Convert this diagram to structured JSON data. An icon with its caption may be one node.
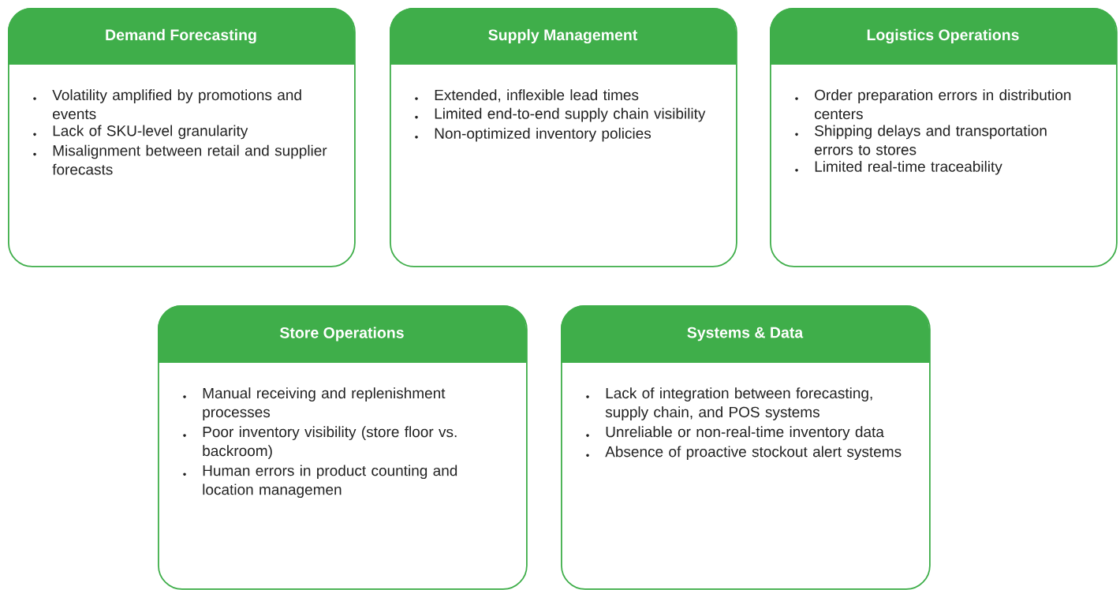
{
  "diagram": {
    "nodes": [
      {
        "text": [
          "Demand Forecasting",
          "Volatility amplified by promotions and events",
          "Lack of SKU-level granularity",
          "Misalignment between retail and supplier forecasts"
        ]
      },
      {
        "text": [
          "Supply Management",
          "Extended, inflexible lead times",
          "Limited end-to-end supply chain visibility",
          "Non-optimized inventory policies"
        ]
      },
      {
        "text": [
          "Logistics Operations",
          "Order preparation errors in distribution centers",
          "Shipping delays and transportation errors to stores",
          "Limited real-time traceability"
        ]
      },
      {
        "text": [
          "Store Operations",
          "Manual receiving and replenishment processes",
          "Poor inventory visibility (store floor vs. backroom)",
          "Human errors in product counting and location managemen"
        ]
      },
      {
        "text": [
          "Systems & Data",
          "Lack of integration between forecasting, supply chain, and POS systems",
          "Unreliable or non-real-time inventory data",
          "Absence of proactive stockout alert systems"
        ]
      }
    ]
  }
}
